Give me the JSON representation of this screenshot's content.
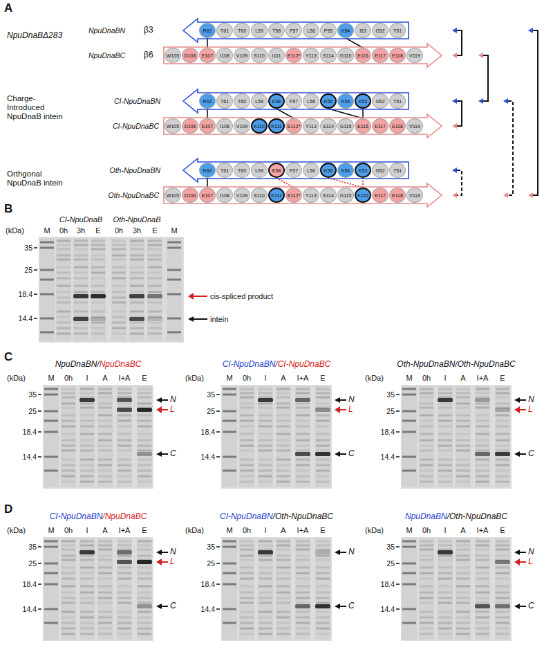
{
  "diagram": {
    "nodes": [
      {
        "text": [
          "NpuDnaBN"
        ]
      },
      {
        "text": [
          "R62"
        ],
        "in": 0
      },
      {
        "text": [
          "T61"
        ],
        "in": 0
      },
      {
        "text": [
          "T60"
        ],
        "in": 0
      },
      {
        "text": [
          "L59"
        ],
        "in": 0
      },
      {
        "text": [
          "T58"
        ],
        "in": 0
      },
      {
        "text": [
          "F57"
        ],
        "in": 0
      },
      {
        "text": [
          "L56"
        ],
        "in": 0
      },
      {
        "text": [
          "P55"
        ],
        "in": 0
      },
      {
        "text": [
          "K54"
        ],
        "in": 0
      },
      {
        "text": [
          "I53"
        ],
        "in": 0
      },
      {
        "text": [
          "G52"
        ],
        "in": 0
      },
      {
        "text": [
          "T51"
        ],
        "in": 0
      },
      {
        "text": [
          "NpuDnaBC"
        ]
      },
      {
        "text": [
          "W105"
        ],
        "in": 13
      },
      {
        "text": [
          "D106"
        ],
        "in": 13
      },
      {
        "text": [
          "E107"
        ],
        "in": 13
      },
      {
        "text": [
          "I108"
        ],
        "in": 13
      },
      {
        "text": [
          "V109"
        ],
        "in": 13
      },
      {
        "text": [
          "S110"
        ],
        "in": 13
      },
      {
        "text": [
          "I111"
        ],
        "in": 13
      },
      {
        "text": [
          "E112*"
        ],
        "in": 13
      },
      {
        "text": [
          "Y113"
        ],
        "in": 13
      },
      {
        "text": [
          "S114"
        ],
        "in": 13
      },
      {
        "text": [
          "G115"
        ],
        "in": 13
      },
      {
        "text": [
          "E116"
        ],
        "in": 13
      },
      {
        "text": [
          "E117"
        ],
        "in": 13
      },
      {
        "text": [
          "E118"
        ],
        "in": 13
      },
      {
        "text": [
          "V119"
        ],
        "in": 13
      },
      {
        "text": [
          "CI-NpuDnaBN"
        ]
      },
      {
        "text": [
          "R62"
        ],
        "in": 29
      },
      {
        "text": [
          "T61"
        ],
        "in": 29
      },
      {
        "text": [
          "T60"
        ],
        "in": 29
      },
      {
        "text": [
          "L59"
        ],
        "in": 29
      },
      {
        "text": [
          "K58"
        ],
        "in": 29
      },
      {
        "text": [
          "F57"
        ],
        "in": 29
      },
      {
        "text": [
          "L56"
        ],
        "in": 29
      },
      {
        "text": [
          "K55"
        ],
        "in": 29
      },
      {
        "text": [
          "K54"
        ],
        "in": 29
      },
      {
        "text": [
          "K53"
        ],
        "in": 29
      },
      {
        "text": [
          "G52"
        ],
        "in": 29
      },
      {
        "text": [
          "T51"
        ],
        "in": 29
      },
      {
        "text": [
          "CI-NpuDnaBC"
        ]
      },
      {
        "text": [
          "W105"
        ],
        "in": 42
      },
      {
        "text": [
          "D106"
        ],
        "in": 42
      },
      {
        "text": [
          "E107"
        ],
        "in": 42
      },
      {
        "text": [
          "I108"
        ],
        "in": 42
      },
      {
        "text": [
          "V109"
        ],
        "in": 42
      },
      {
        "text": [
          "K110"
        ],
        "in": 42
      },
      {
        "text": [
          "K111"
        ],
        "in": 42
      },
      {
        "text": [
          "E112*"
        ],
        "in": 42
      },
      {
        "text": [
          "Y113"
        ],
        "in": 42
      },
      {
        "text": [
          "S114"
        ],
        "in": 42
      },
      {
        "text": [
          "G115"
        ],
        "in": 42
      },
      {
        "text": [
          "E116"
        ],
        "in": 42
      },
      {
        "text": [
          "E117"
        ],
        "in": 42
      },
      {
        "text": [
          "E118"
        ],
        "in": 42
      },
      {
        "text": [
          "V119"
        ],
        "in": 42
      },
      {
        "text": [
          "Oth-NpuDnaBN"
        ]
      },
      {
        "text": [
          "R62"
        ],
        "in": 58
      },
      {
        "text": [
          "T61"
        ],
        "in": 58
      },
      {
        "text": [
          "T60"
        ],
        "in": 58
      },
      {
        "text": [
          "L59"
        ],
        "in": 58
      },
      {
        "text": [
          "E58"
        ],
        "in": 58
      },
      {
        "text": [
          "F57"
        ],
        "in": 58
      },
      {
        "text": [
          "L56"
        ],
        "in": 58
      },
      {
        "text": [
          "K55"
        ],
        "in": 58
      },
      {
        "text": [
          "K54"
        ],
        "in": 58
      },
      {
        "text": [
          "K53"
        ],
        "in": 58
      },
      {
        "text": [
          "G52"
        ],
        "in": 58
      },
      {
        "text": [
          "T51"
        ],
        "in": 58
      },
      {
        "text": [
          "Oth-NpuDnaBC"
        ]
      },
      {
        "text": [
          "W105"
        ],
        "in": 71
      },
      {
        "text": [
          "D106"
        ],
        "in": 71
      },
      {
        "text": [
          "E107"
        ],
        "in": 71
      },
      {
        "text": [
          "I108"
        ],
        "in": 71
      },
      {
        "text": [
          "V109"
        ],
        "in": 71
      },
      {
        "text": [
          "S110"
        ],
        "in": 71
      },
      {
        "text": [
          "K111"
        ],
        "in": 71
      },
      {
        "text": [
          "E112*"
        ],
        "in": 71
      },
      {
        "text": [
          "Y113"
        ],
        "in": 71
      },
      {
        "text": [
          "S114"
        ],
        "in": 71
      },
      {
        "text": [
          "G115"
        ],
        "in": 71
      },
      {
        "text": [
          "K116"
        ],
        "in": 71
      },
      {
        "text": [
          "E117"
        ],
        "in": 71
      },
      {
        "text": [
          "E118"
        ],
        "in": 71
      },
      {
        "text": [
          "V119"
        ],
        "in": 71
      }
    ],
    "edges": [
      {
        "from": 1,
        "to": 16,
        "arrow": "none"
      },
      {
        "from": 9,
        "to": 25,
        "arrow": "none"
      },
      {
        "from": 30,
        "to": 45,
        "arrow": "none"
      },
      {
        "from": 34,
        "to": 50,
        "arrow": "none"
      },
      {
        "from": 37,
        "to": 54,
        "arrow": "none"
      },
      {
        "from": 39,
        "to": 54,
        "arrow": "none"
      },
      {
        "from": 59,
        "to": 74,
        "arrow": "none"
      },
      {
        "from": 63,
        "to": 79,
        "arrow": "none"
      },
      {
        "from": 66,
        "to": 83,
        "arrow": "none"
      },
      {
        "from": 68,
        "to": 83,
        "arrow": "none"
      }
    ],
    "labels": [
      "A",
      "NpuDnaBΔ283",
      "β3",
      "β6",
      "Charge- Introduced NpuDnaB intein",
      "Orthgonal NpuDnaB intein",
      "B",
      "CI-NpuDnaB",
      "Oth-NpuDnaB",
      "(kDa)",
      "M",
      "0h",
      "3h",
      "E",
      "0h",
      "3h",
      "E",
      "M",
      "35",
      "25",
      "18.4",
      "14.4",
      "cis-spliced product",
      "intein",
      "C",
      "NpuDnaBN/",
      "NpuDnaBC",
      "(kDa)",
      "M",
      "0h",
      "I",
      "A",
      "I+A",
      "E",
      "35",
      "25",
      "18.4",
      "14.4",
      "N",
      "L",
      "C",
      "CI-NpuDnaBN",
      "/CI-NpuDnaBC",
      "(kDa)",
      "M",
      "0h",
      "I",
      "A",
      "I+A",
      "E",
      "35",
      "25",
      "18.4",
      "14.4",
      "N",
      "L",
      "C",
      "Oth-NpuDnaBN/Oth-NpuDnaBC",
      "(kDa)",
      "M",
      "0h",
      "I",
      "A",
      "I+A",
      "E",
      "35",
      "25",
      "18.4",
      "14.4",
      "N",
      "L",
      "C",
      "D",
      "CI-NpuDnaBN",
      "/NpuDnaBC",
      "(kDa)",
      "M",
      "0h",
      "I",
      "A",
      "I+A",
      "E",
      "35",
      "25",
      "18.4",
      "14.4",
      "N",
      "L",
      "C",
      "CI-NpuDnaBN",
      "/Oth-NpuDnaBC",
      "(kDa)",
      "M",
      "0h",
      "I",
      "A",
      "I+A",
      "E",
      "35",
      "25",
      "18.4",
      "14.4",
      "N",
      "C",
      "NpuDnaBN",
      "/Oth-NpuDnaBC",
      "(kDa)",
      "M",
      "0h",
      "I",
      "A",
      "I+A",
      "E",
      "35",
      "25",
      "18.4",
      "14.4",
      "N",
      "L",
      "C"
    ]
  }
}
